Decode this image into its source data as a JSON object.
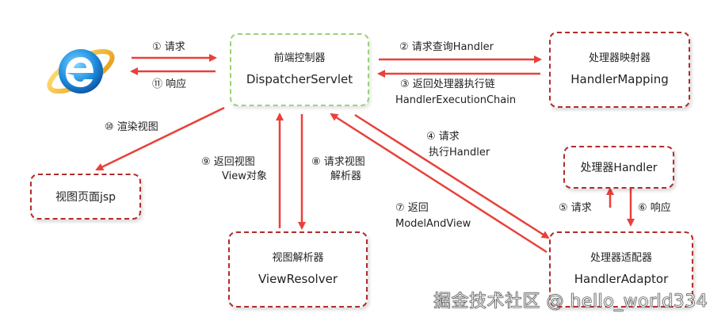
{
  "nodes": {
    "dispatcher": {
      "title": "前端控制器",
      "subtitle": "DispatcherServlet"
    },
    "mapping": {
      "title": "处理器映射器",
      "subtitle": "HandlerMapping"
    },
    "handler": {
      "title": "处理器Handler"
    },
    "adaptor": {
      "title": "处理器适配器",
      "subtitle": "HandlerAdaptor"
    },
    "resolver": {
      "title": "视图解析器",
      "subtitle": "ViewResolver"
    },
    "view": {
      "title": "视图页面jsp"
    }
  },
  "labels": {
    "l1": "①  请求",
    "l11": "⑪  响应",
    "l2": "②  请求查询Handler",
    "l3a": "③  返回处理器执行链",
    "l3b": "HandlerExecutionChain",
    "l4a": "④  请求",
    "l4b": "执行Handler",
    "l5": "⑤  请求",
    "l6": "⑥  响应",
    "l7a": "⑦  返回",
    "l7b": "ModelAndView",
    "l8a": "⑧  请求视图",
    "l8b": "解析器",
    "l9a": "⑨  返回视图",
    "l9b": "View对象",
    "l10": "⑩  渲染视图"
  },
  "watermark": "掘金技术社区 @ hello_world334",
  "colors": {
    "arrow": "#e8413a",
    "box_border": "#b32b2b",
    "dispatcher_border": "#9bd27a"
  },
  "icons": {
    "browser": "internet-explorer-logo"
  }
}
